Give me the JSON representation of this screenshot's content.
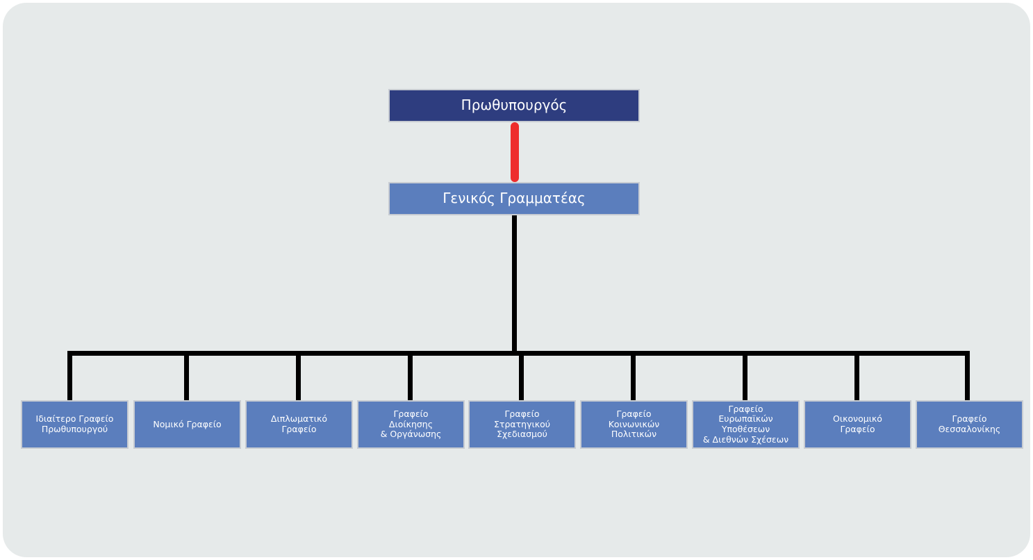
{
  "chart_data": {
    "type": "diagram",
    "title": "",
    "diagram_kind": "organizational-chart",
    "orientation": "top-down",
    "levels": 3,
    "colors": {
      "canvas": "#e6eaea",
      "page": "#ffffff",
      "top_node_fill": "#2e3d7f",
      "node_fill": "#5b7ebd",
      "node_border": "#c8ccd2",
      "connector": "#000000",
      "highlight_connector": "#ee2c2c",
      "label_text": "#ffffff"
    },
    "nodes": [
      {
        "id": "pm",
        "label": "Πρωθυπουργός",
        "level": 0
      },
      {
        "id": "sg",
        "label": "Γενικός Γραμματέας",
        "level": 1
      },
      {
        "id": "l1",
        "label": "Ιδιαίτερο Γραφείο\nΠρωθυπουργού",
        "level": 2
      },
      {
        "id": "l2",
        "label": "Νομικό Γραφείο",
        "level": 2
      },
      {
        "id": "l3",
        "label": "Διπλωματικό\nΓραφείο",
        "level": 2
      },
      {
        "id": "l4",
        "label": "Γραφείο\nΔιοίκησης\n& Οργάνωσης",
        "level": 2
      },
      {
        "id": "l5",
        "label": "Γραφείο\nΣτρατηγικού\nΣχεδιασμού",
        "level": 2
      },
      {
        "id": "l6",
        "label": "Γραφείο\nΚοινωνικών\nΠολιτικών",
        "level": 2
      },
      {
        "id": "l7",
        "label": "Γραφείο\nΕυρωπαϊκών Υποθέσεων\n& Διεθνών Σχέσεων",
        "level": 2
      },
      {
        "id": "l8",
        "label": "Οικονομικό\nΓραφείο",
        "level": 2
      },
      {
        "id": "l9",
        "label": "Γραφείο\nΘεσσαλονίκης",
        "level": 2
      }
    ],
    "edges": [
      {
        "from": "pm",
        "to": "sg",
        "style": "thick-rounded",
        "color": "#ee2c2c"
      },
      {
        "from": "sg",
        "to": "l1",
        "color": "#000000"
      },
      {
        "from": "sg",
        "to": "l2",
        "color": "#000000"
      },
      {
        "from": "sg",
        "to": "l3",
        "color": "#000000"
      },
      {
        "from": "sg",
        "to": "l4",
        "color": "#000000"
      },
      {
        "from": "sg",
        "to": "l5",
        "color": "#000000"
      },
      {
        "from": "sg",
        "to": "l6",
        "color": "#000000"
      },
      {
        "from": "sg",
        "to": "l7",
        "color": "#000000"
      },
      {
        "from": "sg",
        "to": "l8",
        "color": "#000000"
      },
      {
        "from": "sg",
        "to": "l9",
        "color": "#000000"
      }
    ]
  },
  "chart": {
    "top": {
      "label": "Πρωθυπουργός"
    },
    "middle": {
      "label": "Γενικός Γραμματέας"
    },
    "offices": [
      {
        "label": "Ιδιαίτερο Γραφείο\nΠρωθυπουργού"
      },
      {
        "label": "Νομικό Γραφείο"
      },
      {
        "label": "Διπλωματικό\nΓραφείο"
      },
      {
        "label": "Γραφείο\nΔιοίκησης\n& Οργάνωσης"
      },
      {
        "label": "Γραφείο\nΣτρατηγικού\nΣχεδιασμού"
      },
      {
        "label": "Γραφείο\nΚοινωνικών\nΠολιτικών"
      },
      {
        "label": "Γραφείο\nΕυρωπαϊκών Υποθέσεων\n& Διεθνών Σχέσεων"
      },
      {
        "label": "Οικονομικό\nΓραφείο"
      },
      {
        "label": "Γραφείο\nΘεσσαλονίκης"
      }
    ]
  }
}
